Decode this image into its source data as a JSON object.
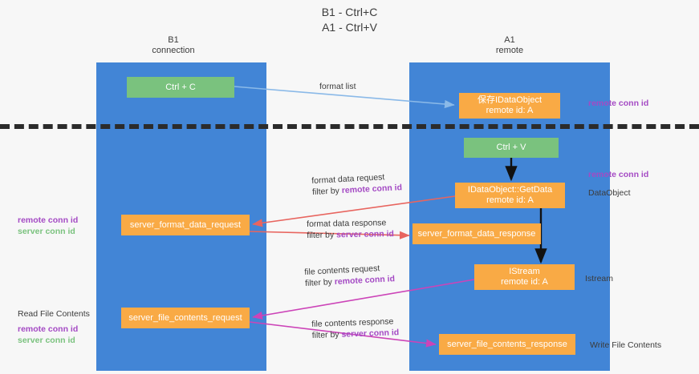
{
  "title": {
    "line1": "B1 - Ctrl+C",
    "line2": "A1 - Ctrl+V"
  },
  "columns": {
    "left": {
      "name": "B1",
      "role": "connection"
    },
    "right": {
      "name": "A1",
      "role": "remote"
    }
  },
  "nodes": {
    "ctrl_c": {
      "label": "Ctrl + C",
      "color": "#7ac27e"
    },
    "save_dataobject": {
      "line1": "保存IDataObject",
      "line2": "remote id: A",
      "color": "#f9aa45"
    },
    "ctrl_v": {
      "label": "Ctrl + V",
      "color": "#7ac27e"
    },
    "getdata": {
      "line1": "IDataObject::GetData",
      "line2": "remote id: A",
      "color": "#f9aa45"
    },
    "server_format_data_request": {
      "label": "server_format_data_request",
      "color": "#f9aa45"
    },
    "server_format_data_response": {
      "label": "server_format_data_response",
      "color": "#f9aa45"
    },
    "istream": {
      "line1": "IStream",
      "line2": "remote id: A",
      "color": "#f9aa45"
    },
    "server_file_contents_request": {
      "label": "server_file_contents_request",
      "color": "#f9aa45"
    },
    "server_file_contents_response": {
      "label": "server_file_contents_response",
      "color": "#f9aa45"
    }
  },
  "arrow_labels": {
    "format_list": "format list",
    "format_data_request": {
      "line1": "format data request",
      "prefix": "filter by ",
      "key": "remote conn id"
    },
    "format_data_response": {
      "line1": "format data response",
      "prefix": "filter by ",
      "key": "server conn id"
    },
    "file_contents_request": {
      "line1": "file contents request",
      "prefix": "filter by ",
      "key": "remote conn id"
    },
    "file_contents_response": {
      "line1": "file contents response",
      "prefix": "filter by ",
      "key": "server conn id"
    }
  },
  "side_labels": {
    "left_mid": {
      "remote": "remote conn id",
      "server": "server conn id"
    },
    "left_bottom": {
      "heading": "Read File Contents",
      "remote": "remote conn id",
      "server": "server conn id"
    },
    "right_top": "remote conn id",
    "right_mid_key": "remote conn id",
    "right_mid_name": "DataObject",
    "right_istream": "Istream",
    "right_write": "Write File Contents"
  },
  "colors": {
    "lane": "#4285d6",
    "green": "#7ac27e",
    "orange": "#f9aa45",
    "purple": "#a44ac4",
    "red_arrow": "#e8655f",
    "magenta_arrow": "#cc44b8",
    "blue_arrow": "#8ab9e8",
    "dashed_line": "#2b2b2b"
  }
}
